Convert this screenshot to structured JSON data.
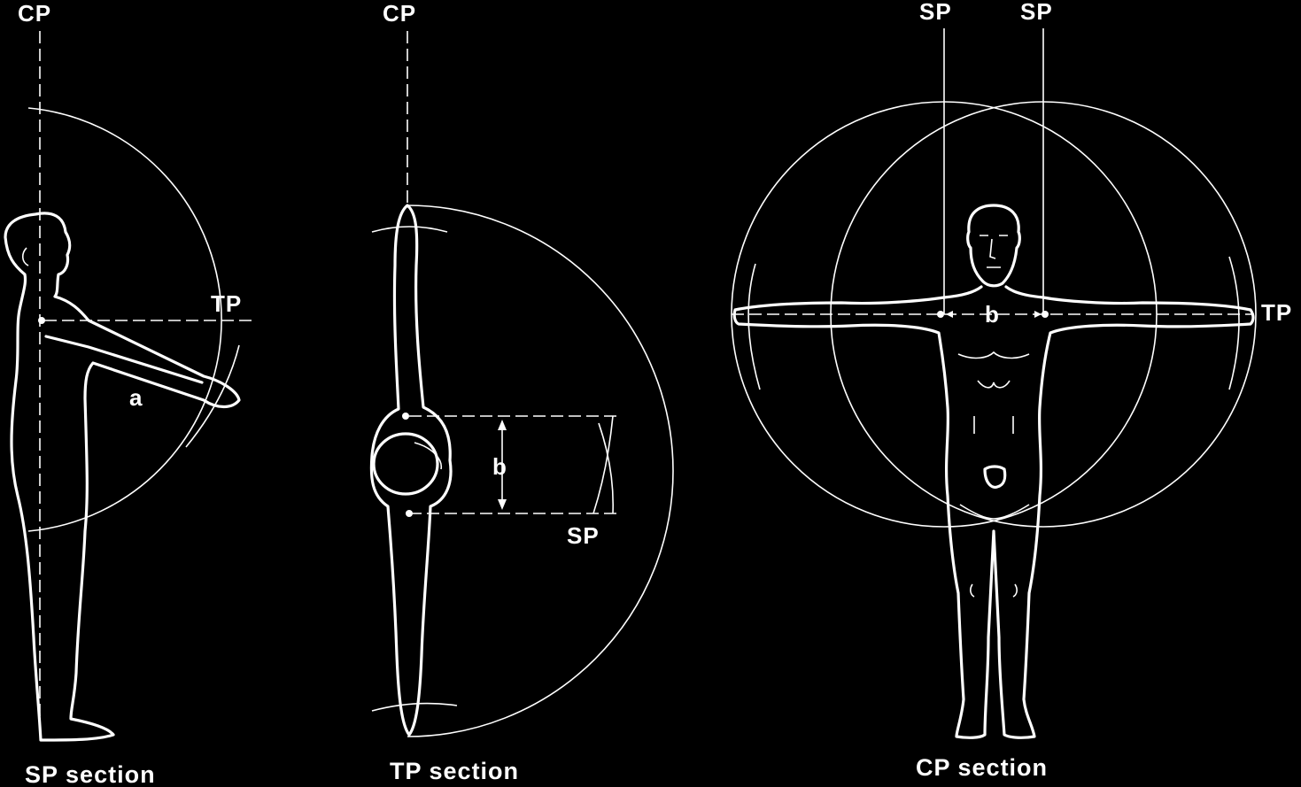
{
  "panels": [
    {
      "caption": "SP section",
      "labels": {
        "top": "CP",
        "horizontal": "TP",
        "reach": "a"
      }
    },
    {
      "caption": "TP section",
      "labels": {
        "top": "CP",
        "width": "b",
        "side": "SP"
      }
    },
    {
      "caption": "CP section",
      "labels": {
        "top_left": "SP",
        "top_right": "SP",
        "width": "b",
        "horizontal": "TP"
      }
    }
  ],
  "colors": {
    "background": "#000000",
    "line": "#ffffff"
  }
}
